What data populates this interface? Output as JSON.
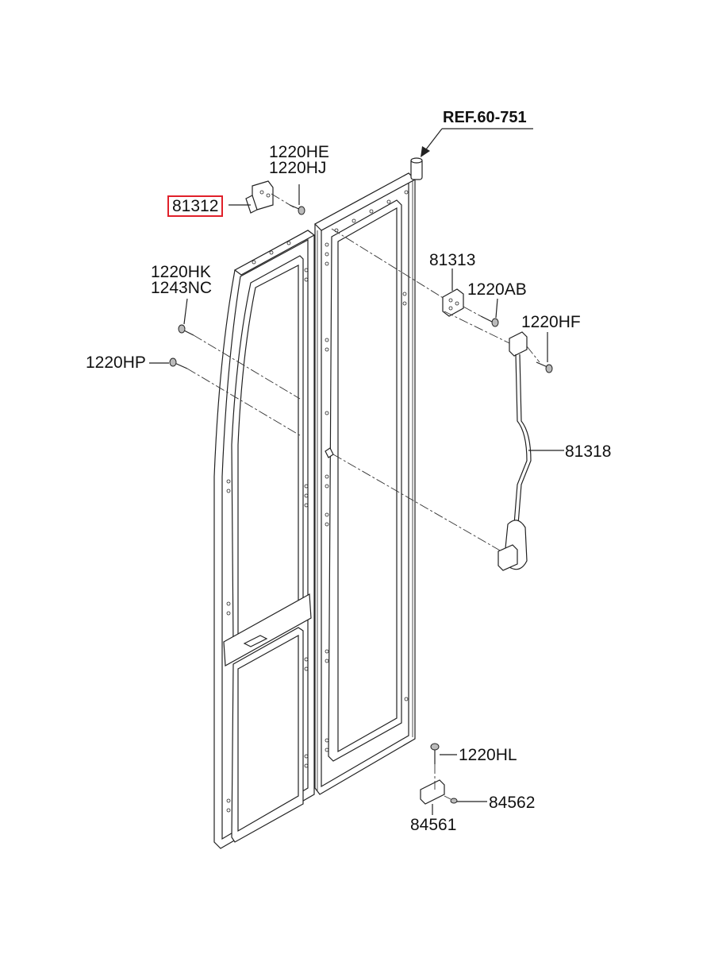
{
  "reference": "REF.60-751",
  "labels": [
    {
      "id": "1220HE",
      "text": "1220HE"
    },
    {
      "id": "1220HJ",
      "text": "1220HJ"
    },
    {
      "id": "81312",
      "text": "81312",
      "highlighted": true
    },
    {
      "id": "1220HK",
      "text": "1220HK"
    },
    {
      "id": "1243NC",
      "text": "1243NC"
    },
    {
      "id": "1220HP",
      "text": "1220HP"
    },
    {
      "id": "81313",
      "text": "81313"
    },
    {
      "id": "1220AB",
      "text": "1220AB"
    },
    {
      "id": "1220HF",
      "text": "1220HF"
    },
    {
      "id": "81318",
      "text": "81318"
    },
    {
      "id": "1220HL",
      "text": "1220HL"
    },
    {
      "id": "84562",
      "text": "84562"
    },
    {
      "id": "84561",
      "text": "84561"
    }
  ],
  "highlight_color": "#e0202a"
}
